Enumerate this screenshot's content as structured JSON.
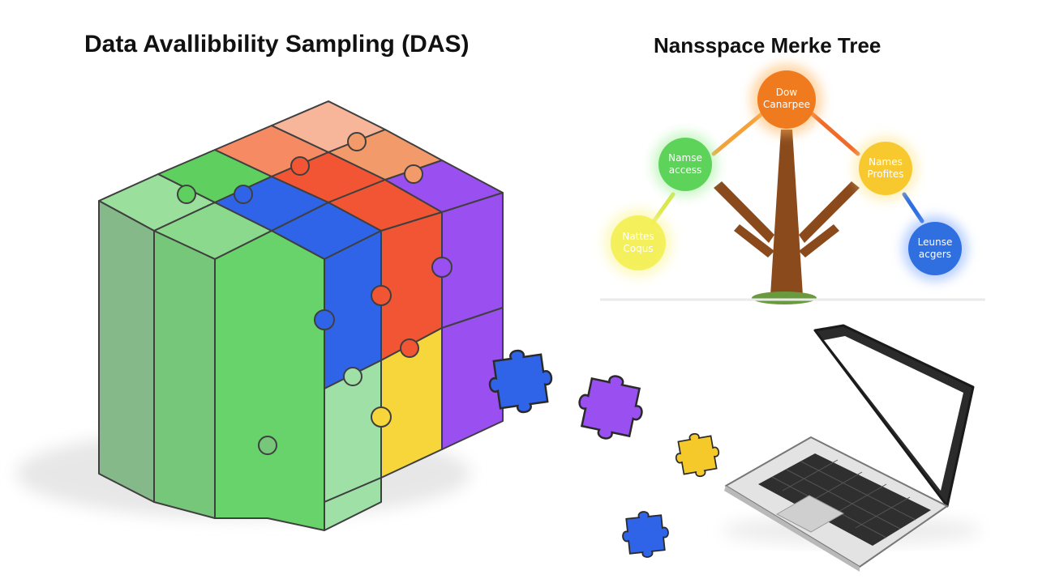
{
  "titles": {
    "das": "Data Avallibbility Sampling (DAS)",
    "tree": "Nansspace Merke Tree"
  },
  "tree_nodes": {
    "root": {
      "line1": "Dow",
      "line2": "Canarpee",
      "color": "#f07a1e"
    },
    "left": {
      "line1": "Namse",
      "line2": "access",
      "color": "#5dd35a"
    },
    "right": {
      "line1": "Names",
      "line2": "Profites",
      "color": "#f8c92e"
    },
    "lower_left": {
      "line1": "Nattes",
      "line2": "Coqus",
      "color": "#f2ee4a"
    },
    "lower_right": {
      "line1": "Leunse",
      "line2": "acgers",
      "color": "#2f6fe0"
    }
  },
  "colors": {
    "green": "#67d36a",
    "light_green": "#9fe0a6",
    "blue": "#2f64e8",
    "red": "#f25533",
    "orange": "#f39a6b",
    "purple": "#9a4ff0",
    "yellow": "#f6d63a",
    "trunk": "#8a4a1c"
  },
  "icons": [
    "puzzle-cube",
    "puzzle-piece",
    "merkle-tree",
    "laptop"
  ]
}
